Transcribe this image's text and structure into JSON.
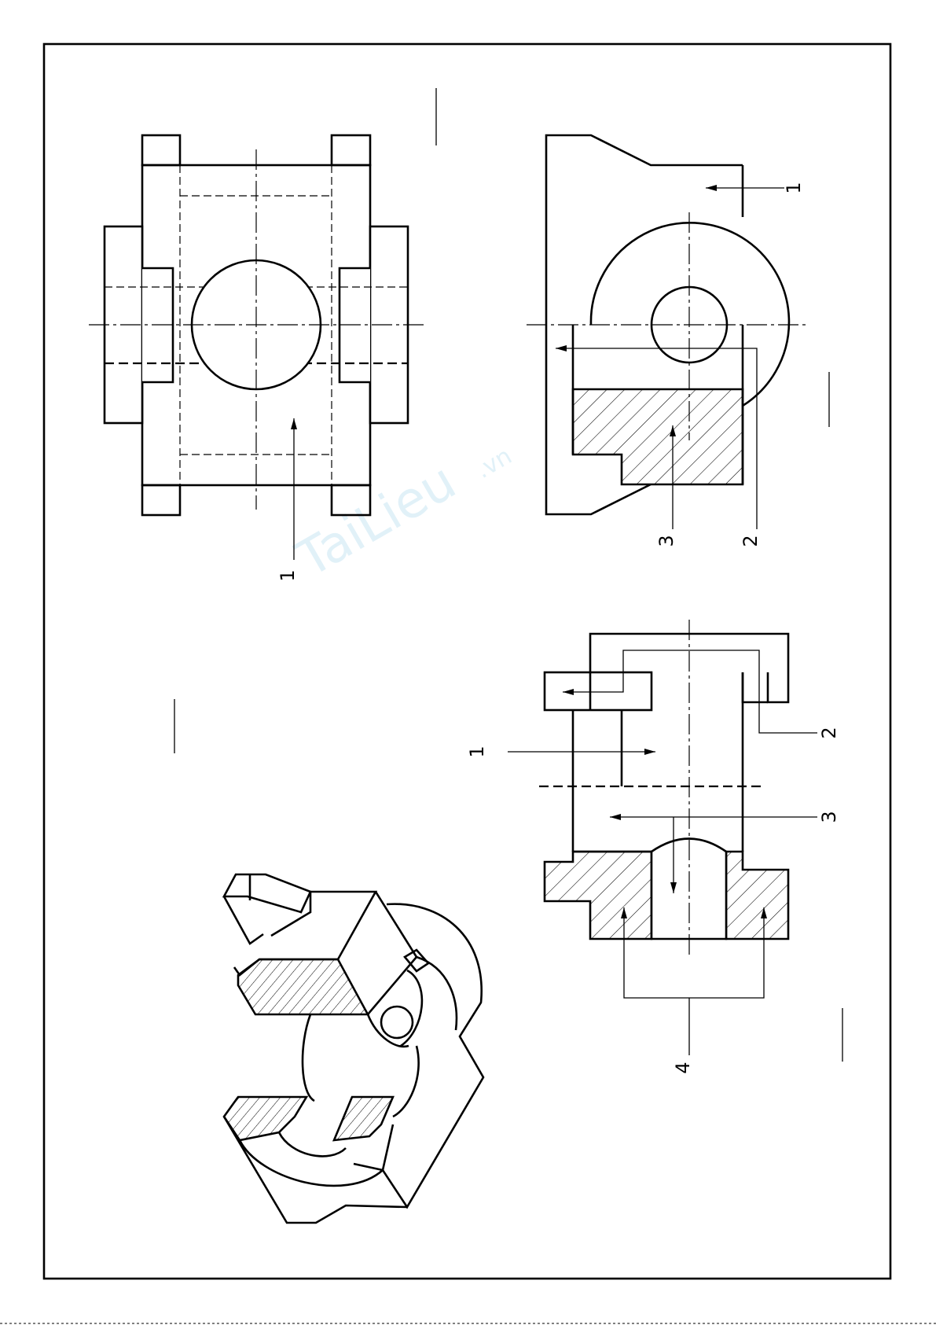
{
  "labels": {
    "front_1": "1",
    "side_1": "1",
    "side_2": "2",
    "side_3": "3",
    "section_1": "1",
    "section_2": "2",
    "section_3": "3",
    "section_4": "4"
  },
  "watermark": {
    "main": "TaiLieu",
    "suffix": ".vn"
  }
}
